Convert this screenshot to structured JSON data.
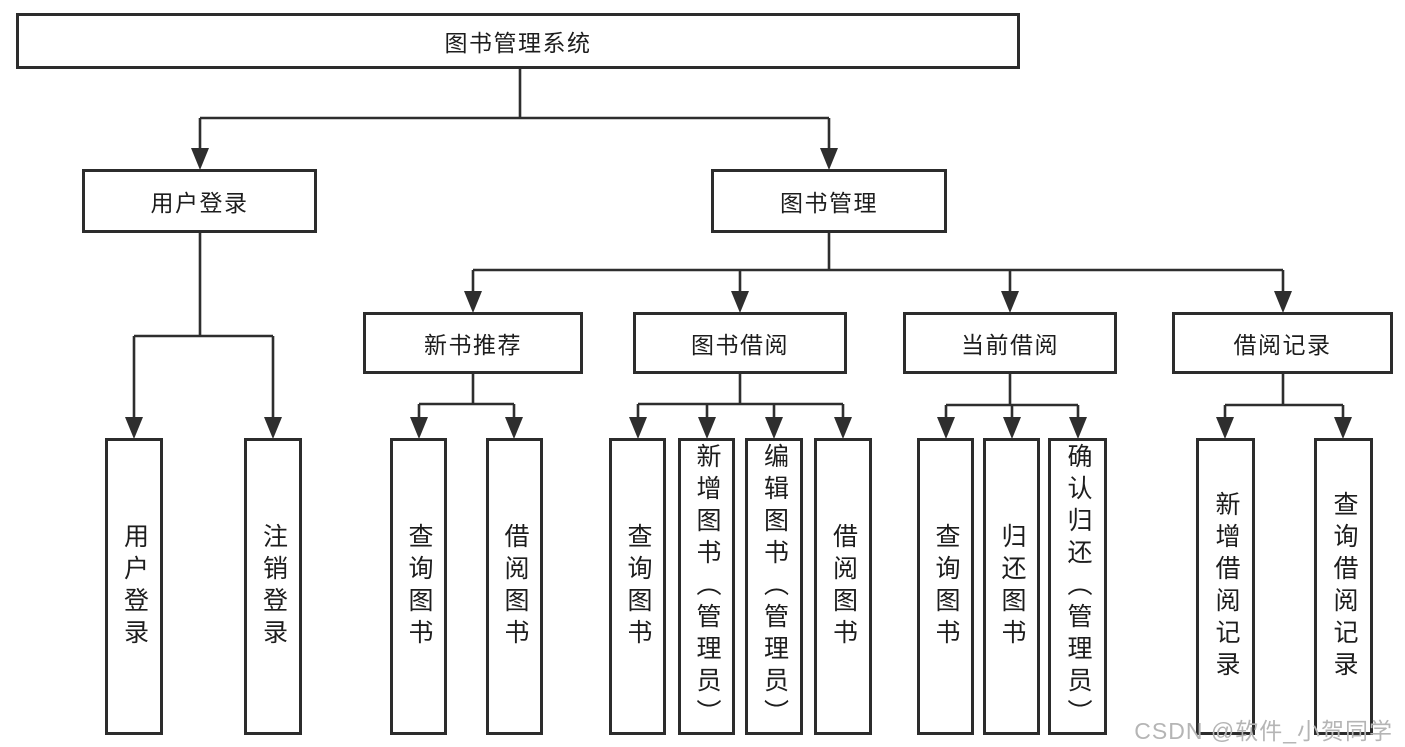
{
  "tree": {
    "root": {
      "label": "图书管理系统"
    },
    "branches": [
      {
        "label": "用户登录",
        "children": [
          {
            "label": "用户登录"
          },
          {
            "label": "注销登录"
          }
        ]
      },
      {
        "label": "图书管理",
        "sections": [
          {
            "label": "新书推荐",
            "children": [
              {
                "label": "查询图书"
              },
              {
                "label": "借阅图书"
              }
            ]
          },
          {
            "label": "图书借阅",
            "children": [
              {
                "label": "查询图书"
              },
              {
                "label": "新增图书（管理员）"
              },
              {
                "label": "编辑图书（管理员）"
              },
              {
                "label": "借阅图书"
              }
            ]
          },
          {
            "label": "当前借阅",
            "children": [
              {
                "label": "查询图书"
              },
              {
                "label": "归还图书"
              },
              {
                "label": "确认归还（管理员）"
              }
            ]
          },
          {
            "label": "借阅记录",
            "children": [
              {
                "label": "新增借阅记录"
              },
              {
                "label": "查询借阅记录"
              }
            ]
          }
        ]
      }
    ]
  },
  "watermark": {
    "text": "CSDN @软件_小贺同学"
  },
  "colors": {
    "line": "#2e2e2e",
    "border": "#2c2c2c",
    "text": "#1d1d1d",
    "background": "#ffffff",
    "watermark": "#b5b5b5"
  }
}
